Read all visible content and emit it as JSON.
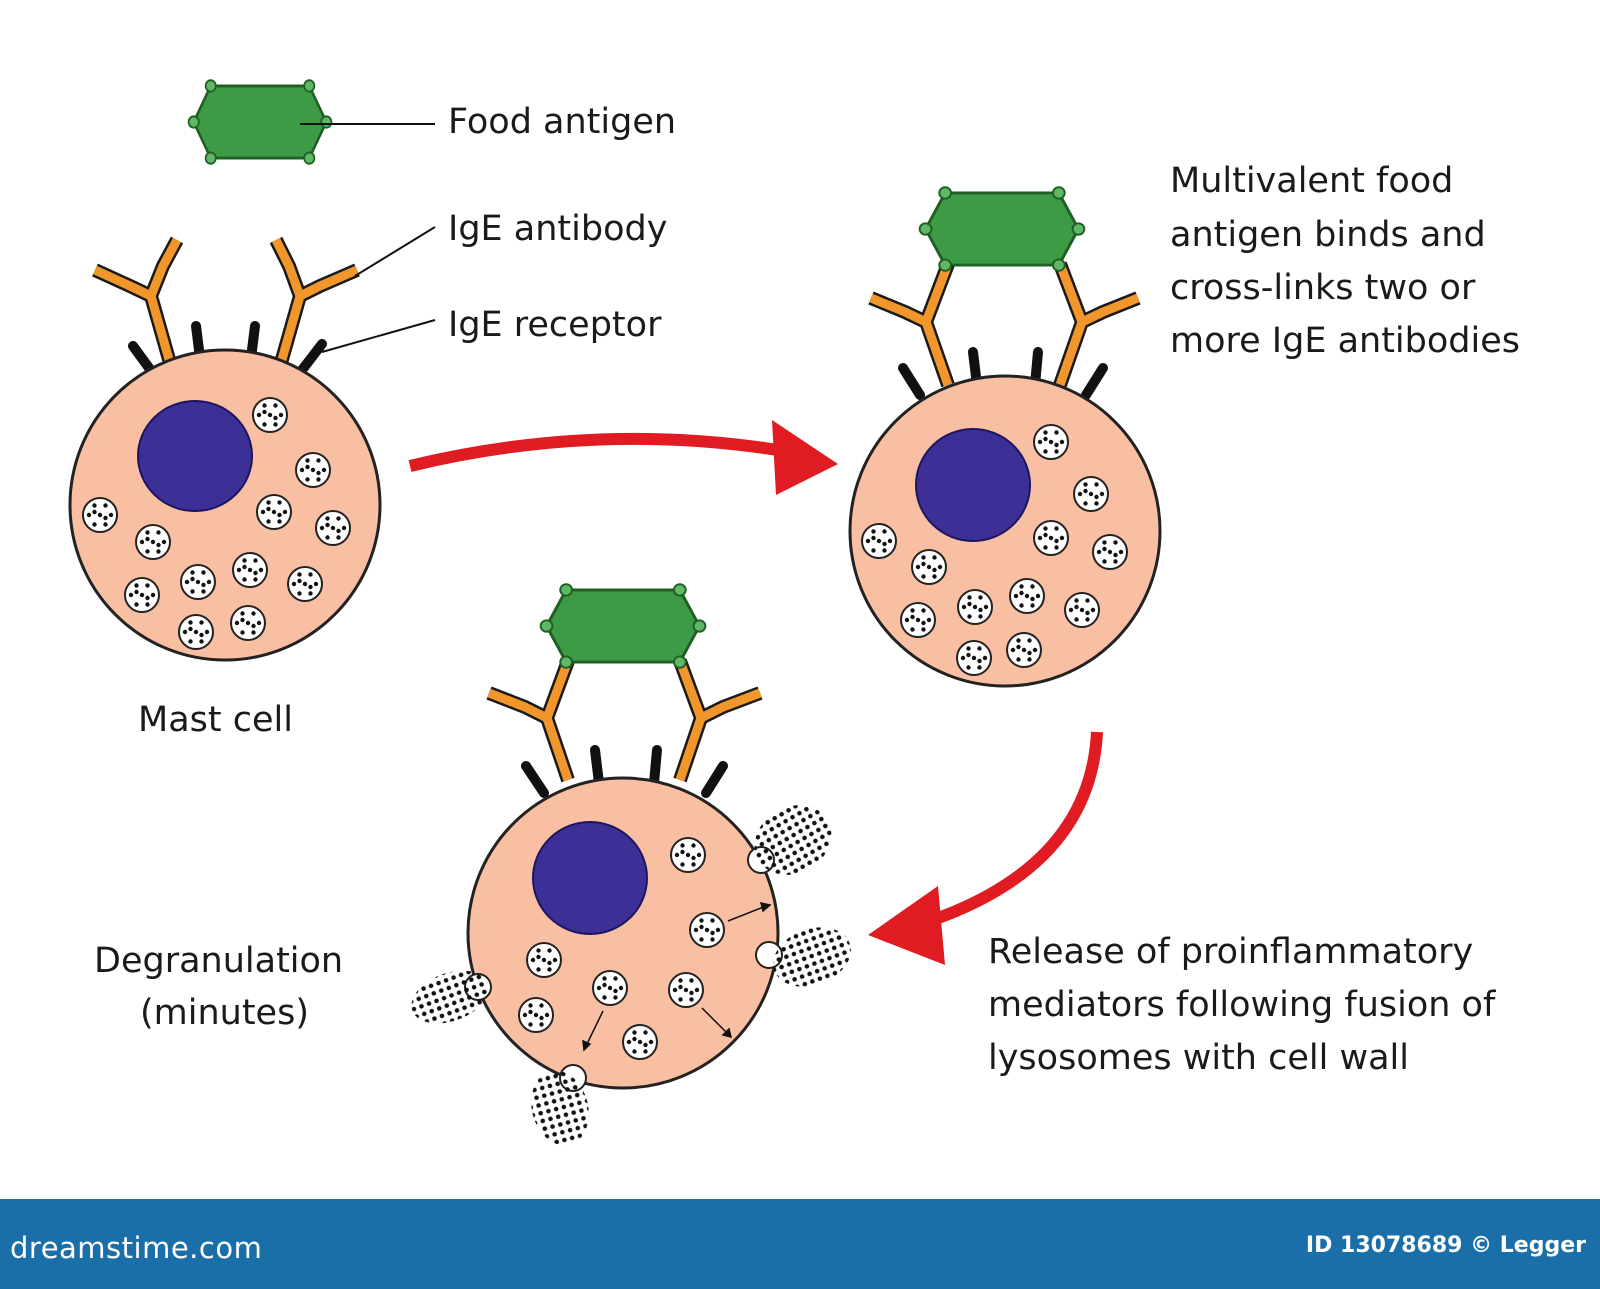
{
  "labels": {
    "food_antigen": "Food antigen",
    "ige_antibody": "IgE antibody",
    "ige_receptor": "IgE receptor",
    "mast_cell": "Mast cell",
    "crosslink_lines": [
      "Multivalent food",
      "antigen binds and",
      "cross-links two or",
      "more IgE antibodies"
    ],
    "degranulation_lines": [
      "Degranulation",
      "(minutes)"
    ],
    "release_lines": [
      "Release of proinflammatory",
      "mediators following fusion of",
      "lysosomes with cell wall"
    ]
  },
  "footer": {
    "brand": "dreamstime.com",
    "credit": "ID 13078689 © Legger"
  },
  "colors": {
    "cell_fill": "#f8bfa2",
    "nucleus": "#3c2f96",
    "antigen": "#3d9a45",
    "antibody": "#f0962b",
    "arrow": "#e11b22",
    "receptor": "#111111",
    "footer_bar": "#1b6fa8"
  }
}
